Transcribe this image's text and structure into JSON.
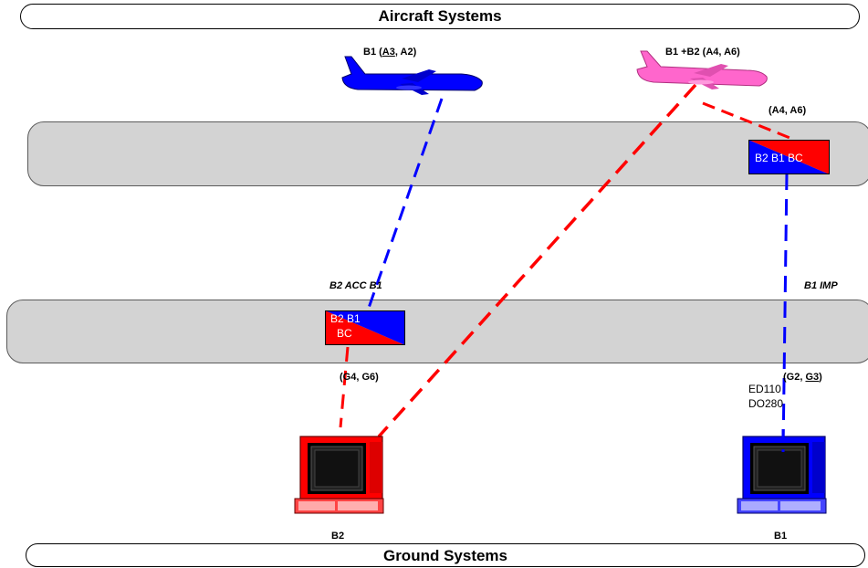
{
  "header": {
    "title": "Aircraft Systems"
  },
  "footer": {
    "title": "Ground Systems"
  },
  "aircraft": [
    {
      "label_prefix": "B1  (",
      "label_u": "A3",
      "label_suffix": ", A2)",
      "color": "#0000ff"
    },
    {
      "label": "B1 +B2 (A4, A6)",
      "color": "#ff66cc"
    }
  ],
  "labels": {
    "upper_right": "(A4, A6)",
    "lower_left": "B2 ACC B1",
    "lower_right": "B1 IMP",
    "g_left": "(G4, G6)",
    "g_right_prefix": "(G2, ",
    "g_right_u": "G3",
    "g_right_suffix": ")",
    "ed_line1": "ED110",
    "ed_line2": "DO280"
  },
  "boxes": {
    "upper": {
      "text": "B2 B1  BC"
    },
    "lower": {
      "line1": "B2 B1",
      "line2": "BC"
    }
  },
  "terminals": [
    {
      "label": "B2",
      "color": "#ff0000"
    },
    {
      "label": "B1",
      "color": "#0000ff"
    }
  ],
  "colors": {
    "red": "#ff0000",
    "blue": "#0000ff",
    "pink": "#ff66cc",
    "band": "#d3d3d3"
  }
}
